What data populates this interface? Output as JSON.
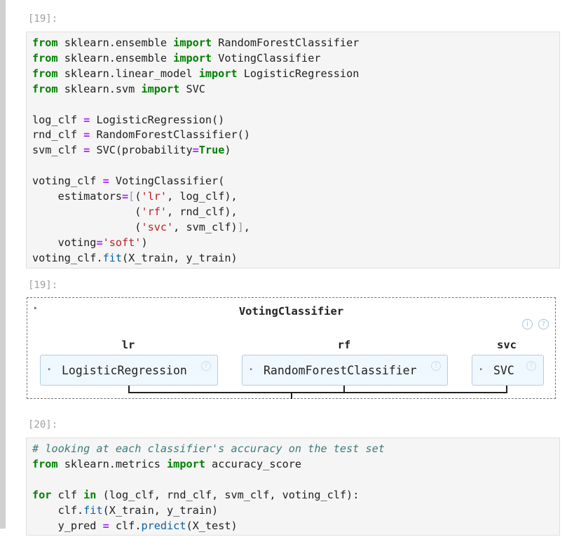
{
  "cells": [
    {
      "prompt": "[19]:"
    },
    {
      "prompt": "[19]:"
    },
    {
      "prompt": "[20]:"
    }
  ],
  "widget": {
    "title": "VotingClassifier",
    "expand_icon": "triangle-right-icon",
    "info_glyph": "i",
    "help_glyph": "?",
    "estimators": [
      {
        "label": "lr",
        "name": "LogisticRegression"
      },
      {
        "label": "rf",
        "name": "RandomForestClassifier"
      },
      {
        "label": "svc",
        "name": "SVC"
      }
    ]
  },
  "code_cell_19": [
    [
      [
        "kw",
        "from"
      ],
      [
        "t",
        " sklearn.ensemble "
      ],
      [
        "kw",
        "import"
      ],
      [
        "t",
        " RandomForestClassifier"
      ]
    ],
    [
      [
        "kw",
        "from"
      ],
      [
        "t",
        " sklearn.ensemble "
      ],
      [
        "kw",
        "import"
      ],
      [
        "t",
        " VotingClassifier"
      ]
    ],
    [
      [
        "kw",
        "from"
      ],
      [
        "t",
        " sklearn.linear_model "
      ],
      [
        "kw",
        "import"
      ],
      [
        "t",
        " LogisticRegression"
      ]
    ],
    [
      [
        "kw",
        "from"
      ],
      [
        "t",
        " sklearn.svm "
      ],
      [
        "kw",
        "import"
      ],
      [
        "t",
        " SVC"
      ]
    ],
    [],
    [
      [
        "t",
        "log_clf "
      ],
      [
        "op",
        "="
      ],
      [
        "t",
        " LogisticRegression()"
      ]
    ],
    [
      [
        "t",
        "rnd_clf "
      ],
      [
        "op",
        "="
      ],
      [
        "t",
        " RandomForestClassifier()"
      ]
    ],
    [
      [
        "t",
        "svm_clf "
      ],
      [
        "op",
        "="
      ],
      [
        "t",
        " SVC(probability"
      ],
      [
        "op",
        "="
      ],
      [
        "kw",
        "True"
      ],
      [
        "t",
        ")"
      ]
    ],
    [],
    [
      [
        "t",
        "voting_clf "
      ],
      [
        "op",
        "="
      ],
      [
        "t",
        " VotingClassifier("
      ]
    ],
    [
      [
        "t",
        "    estimators"
      ],
      [
        "op",
        "="
      ],
      [
        "br",
        "["
      ],
      [
        "t",
        "("
      ],
      [
        "str",
        "'lr'"
      ],
      [
        "t",
        ", log_clf),"
      ]
    ],
    [
      [
        "t",
        "                ("
      ],
      [
        "str",
        "'rf'"
      ],
      [
        "t",
        ", rnd_clf),"
      ]
    ],
    [
      [
        "t",
        "                ("
      ],
      [
        "str",
        "'svc'"
      ],
      [
        "t",
        ", svm_clf)"
      ],
      [
        "br",
        "]"
      ],
      [
        "t",
        ","
      ]
    ],
    [
      [
        "t",
        "    voting"
      ],
      [
        "op",
        "="
      ],
      [
        "str",
        "'soft'"
      ],
      [
        "t",
        ")"
      ]
    ],
    [
      [
        "t",
        "voting_clf."
      ],
      [
        "fn",
        "fit"
      ],
      [
        "t",
        "(X_train, y_train)"
      ]
    ]
  ],
  "code_cell_20": [
    [
      [
        "cm",
        "# looking at each classifier's accuracy on the test set"
      ]
    ],
    [
      [
        "kw",
        "from"
      ],
      [
        "t",
        " sklearn.metrics "
      ],
      [
        "kw",
        "import"
      ],
      [
        "t",
        " accuracy_score"
      ]
    ],
    [],
    [
      [
        "kw",
        "for"
      ],
      [
        "t",
        " clf "
      ],
      [
        "kw",
        "in"
      ],
      [
        "t",
        " (log_clf, rnd_clf, svm_clf, voting_clf):"
      ]
    ],
    [
      [
        "t",
        "    clf."
      ],
      [
        "fn",
        "fit"
      ],
      [
        "t",
        "(X_train, y_train)"
      ]
    ],
    [
      [
        "t",
        "    y_pred "
      ],
      [
        "op",
        "="
      ],
      [
        "t",
        " clf."
      ],
      [
        "fn",
        "predict"
      ],
      [
        "t",
        "(X_test)"
      ]
    ]
  ]
}
